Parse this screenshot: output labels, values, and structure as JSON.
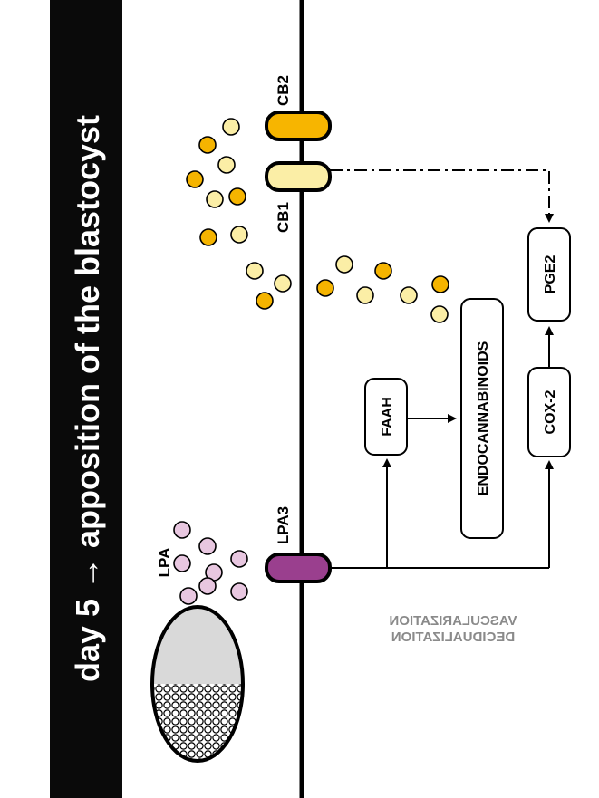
{
  "title": "day 5 → apposition of the blastocyst",
  "receptors": {
    "cb2": "CB2",
    "cb1": "CB1",
    "lpa3": "LPA3",
    "lpa": "LPA"
  },
  "boxes": {
    "faah": "FAAH",
    "endocannabinoids": "ENDOCANNABINOIDS",
    "cox2": "COX-2",
    "pge2": "PGE2"
  },
  "mirrored": {
    "line1": "DECIDUALIZATION",
    "line2": "VASCULARIZATION"
  },
  "colors": {
    "title_bg": "#0a0a0a",
    "title_text": "#ffffff",
    "cb2": "#f7b500",
    "cb1": "#fbeea6",
    "lpa3": "#9a3f8e",
    "lpa_dot": "#e8c7e0",
    "cannabinoid_dark": "#f5b400",
    "cannabinoid_light": "#fbeea6",
    "blastocyst": "#d9d9d9"
  }
}
